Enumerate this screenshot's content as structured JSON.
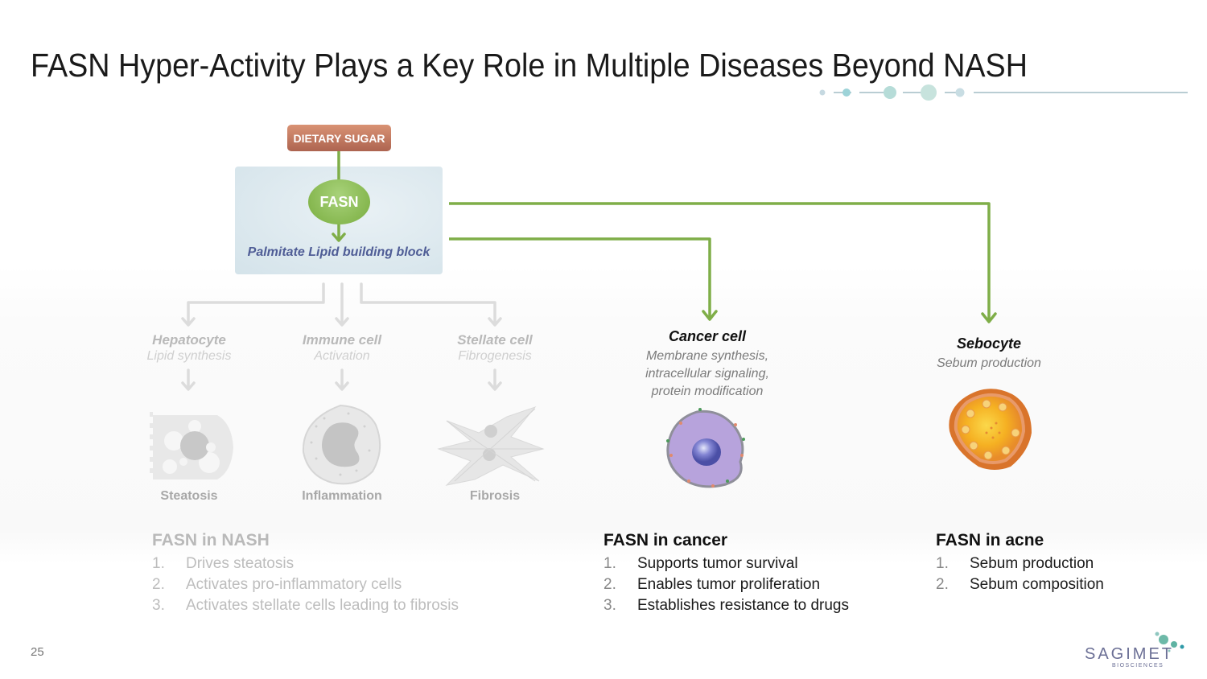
{
  "slide": {
    "title": "FASN Hyper-Activity Plays a Key Role in Multiple Diseases Beyond NASH",
    "page_number": "25"
  },
  "pathway": {
    "input_label": "DIETARY SUGAR",
    "enzyme_label": "FASN",
    "product_label": "Palmitate Lipid building block"
  },
  "nash_cells": [
    {
      "title": "Hepatocyte",
      "subtitle": "Lipid synthesis",
      "outcome": "Steatosis",
      "icon": "hepatocyte-icon"
    },
    {
      "title": "Immune cell",
      "subtitle": "Activation",
      "outcome": "Inflammation",
      "icon": "immune-cell-icon"
    },
    {
      "title": "Stellate cell",
      "subtitle": "Fibrogenesis",
      "outcome": "Fibrosis",
      "icon": "stellate-cell-icon"
    }
  ],
  "cancer": {
    "title": "Cancer cell",
    "subtitle_lines": [
      "Membrane synthesis,",
      "intracellular signaling,",
      "protein modification"
    ],
    "icon": "cancer-cell-icon"
  },
  "sebocyte": {
    "title": "Sebocyte",
    "subtitle": "Sebum production",
    "icon": "sebocyte-icon"
  },
  "lists": {
    "nash": {
      "title": "FASN in NASH",
      "items": [
        "Drives steatosis",
        "Activates pro-inflammatory cells",
        "Activates stellate cells leading to fibrosis"
      ]
    },
    "cancer": {
      "title": "FASN in cancer",
      "items": [
        "Supports tumor survival",
        "Enables tumor proliferation",
        "Establishes resistance to drugs"
      ]
    },
    "acne": {
      "title": "FASN in acne",
      "items": [
        "Sebum production",
        "Sebum composition"
      ]
    }
  },
  "logo": {
    "name": "SAGIMET",
    "sub": "BIOSCIENCES"
  },
  "colors": {
    "arrow_active": "#7fae48",
    "arrow_faded": "#dcdcdc",
    "sugar_box": "#c27a62",
    "fasn_node": "#8dc058",
    "product_text": "#4f5d96",
    "brand_teal": "#5fb3a3"
  }
}
